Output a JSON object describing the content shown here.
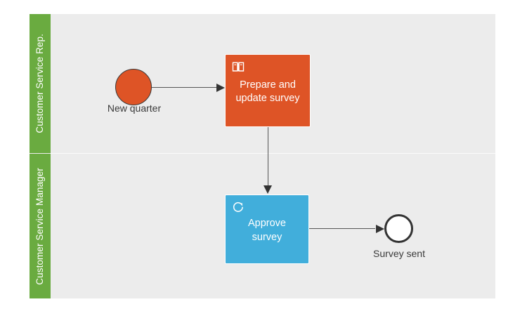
{
  "diagram": {
    "type": "bpmn-process-diagram",
    "pool": {
      "background_color": "#ececec",
      "lanes": [
        {
          "id": "lane-customer-service-rep",
          "label": "Customer Service Rep.",
          "header_color": "#6aab40"
        },
        {
          "id": "lane-customer-service-manager",
          "label": "Customer Service Manager",
          "header_color": "#6aab40"
        }
      ]
    },
    "nodes": [
      {
        "id": "start-new-quarter",
        "kind": "start-event",
        "label": "New quarter",
        "lane": "lane-customer-service-rep",
        "fill_color": "#de5426",
        "border_color": "#3a3a3a"
      },
      {
        "id": "task-prepare-update-survey",
        "kind": "task",
        "label": "Prepare and update survey",
        "marker": "manual-task-icon",
        "lane": "lane-customer-service-rep",
        "fill_color": "#de5426",
        "text_color": "#ffffff"
      },
      {
        "id": "task-approve-survey",
        "kind": "task",
        "label": "Approve survey",
        "marker": "loop-icon",
        "lane": "lane-customer-service-manager",
        "fill_color": "#41aedb",
        "text_color": "#ffffff"
      },
      {
        "id": "end-survey-sent",
        "kind": "end-event",
        "label": "Survey sent",
        "lane": "lane-customer-service-manager",
        "fill_color": "#ffffff",
        "border_color": "#333333"
      }
    ],
    "flows": [
      {
        "id": "flow-start-to-prepare",
        "from": "start-new-quarter",
        "to": "task-prepare-update-survey",
        "direction": "right"
      },
      {
        "id": "flow-prepare-to-approve",
        "from": "task-prepare-update-survey",
        "to": "task-approve-survey",
        "direction": "down"
      },
      {
        "id": "flow-approve-to-end",
        "from": "task-approve-survey",
        "to": "end-survey-sent",
        "direction": "right"
      }
    ]
  }
}
